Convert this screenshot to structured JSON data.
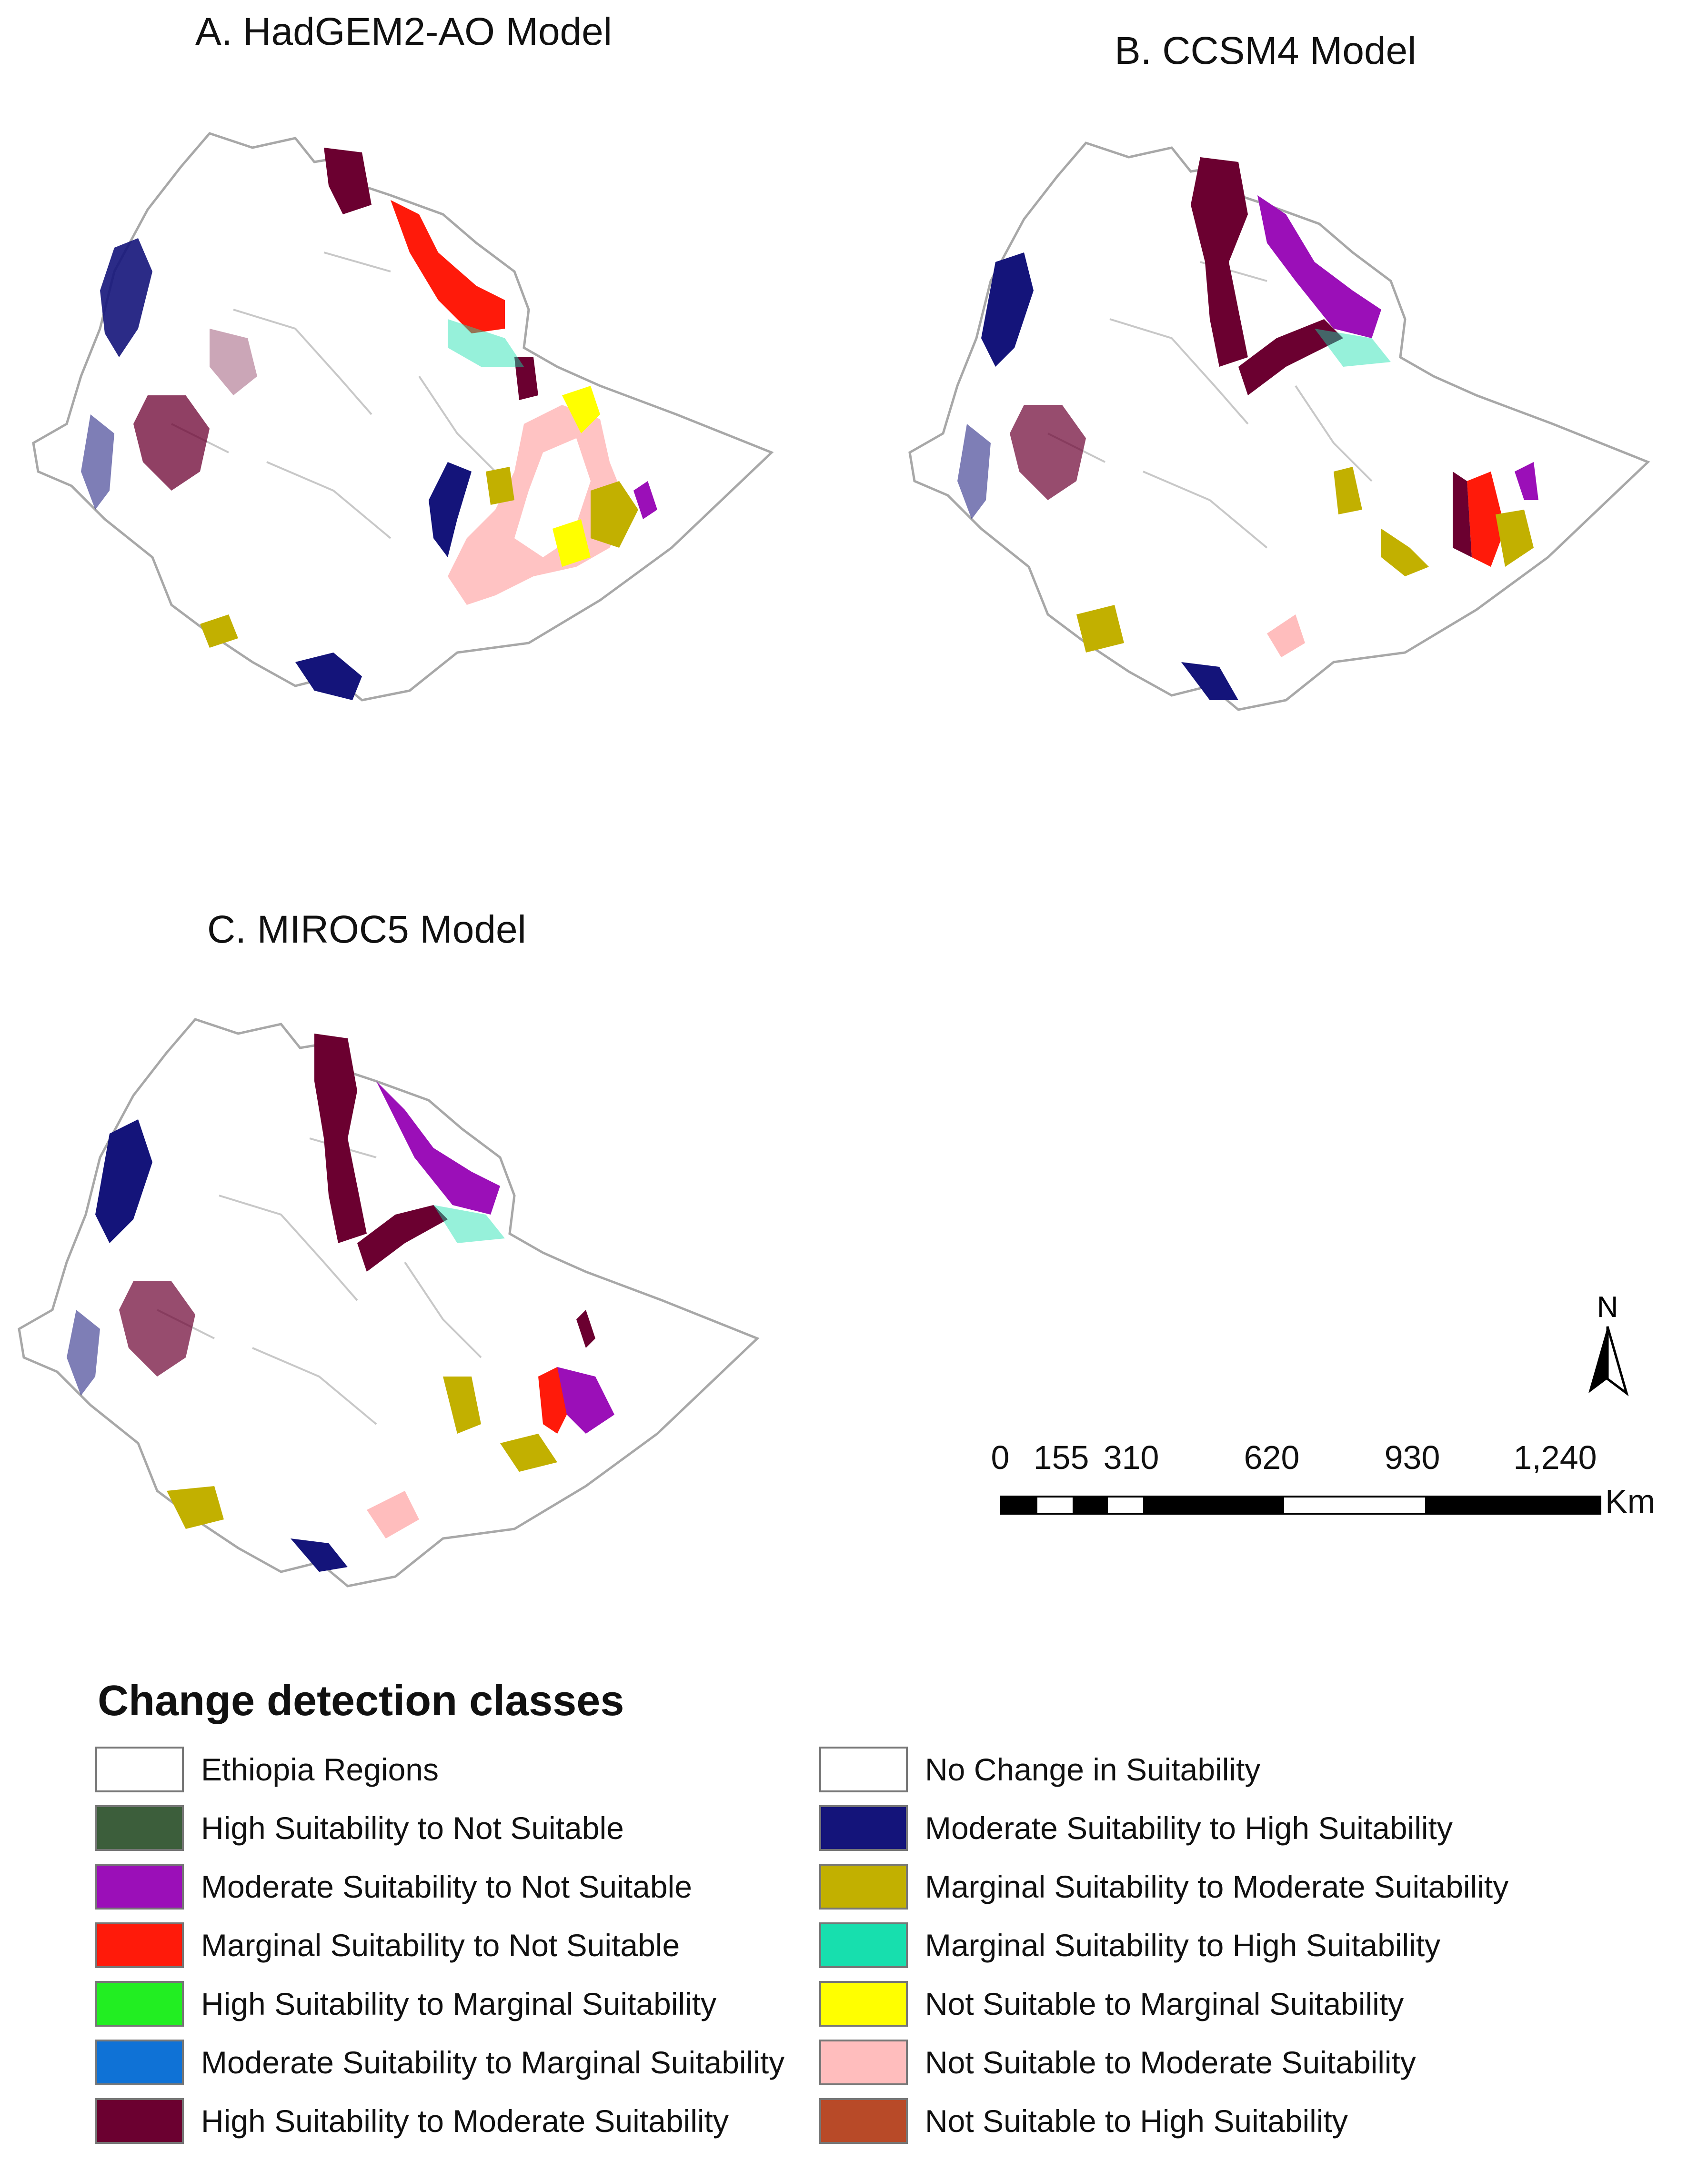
{
  "panels": [
    {
      "id": "A",
      "title": "A. HadGEM2-AO Model"
    },
    {
      "id": "B",
      "title": "B. CCSM4 Model"
    },
    {
      "id": "C",
      "title": "C. MIROC5 Model"
    }
  ],
  "legend": {
    "title": "Change detection classes",
    "left": [
      {
        "label": "Ethiopia Regions",
        "color": "#ffffff"
      },
      {
        "label": "High Suitability to Not Suitable",
        "color": "#3c5e3b"
      },
      {
        "label": "Moderate Suitability to Not Suitable",
        "color": "#9b0fb8"
      },
      {
        "label": "Marginal Suitability to Not Suitable",
        "color": "#ff1a0a"
      },
      {
        "label": "High Suitability to Marginal Suitability",
        "color": "#22ee22"
      },
      {
        "label": "Moderate Suitability to Marginal Suitability",
        "color": "#0f72d6"
      },
      {
        "label": "High Suitability  to Moderate Suitability",
        "color": "#6b0030"
      }
    ],
    "right": [
      {
        "label": "No Change in Suitability",
        "color": "#ffffff"
      },
      {
        "label": "Moderate Suitability to High Suitability",
        "color": "#14147a"
      },
      {
        "label": "Marginal Suitability to Moderate Suitability",
        "color": "#c2b000"
      },
      {
        "label": "Marginal Suitability to High Suitability",
        "color": "#17dfae"
      },
      {
        "label": "Not Suitable to Marginal Suitability",
        "color": "#ffff00"
      },
      {
        "label": "Not Suitable to Moderate Suitability",
        "color": "#ffbdbd"
      },
      {
        "label": "Not Suitable to High Suitability",
        "color": "#b84a28"
      }
    ]
  },
  "scale_bar": {
    "ticks": [
      "0",
      "155",
      "310",
      "620",
      "930",
      "1,240"
    ],
    "unit": "Km"
  },
  "north_arrow": {
    "label": "N"
  }
}
